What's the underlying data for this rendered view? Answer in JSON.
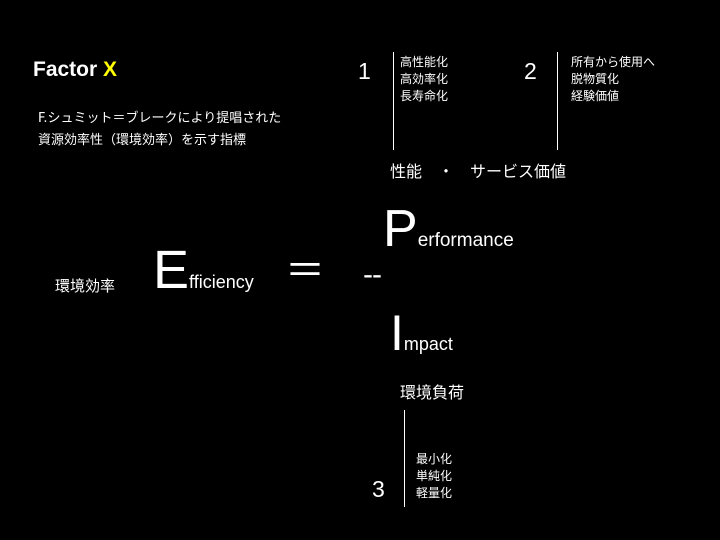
{
  "title": {
    "prefix": "Factor ",
    "accent": "X",
    "accent_color": "#ffff00"
  },
  "subtitle": {
    "line1": "F.シュミット＝ブレークにより提唱された",
    "line2": "資源効率性（環境効率）を示す指標"
  },
  "point1": {
    "number": "1",
    "items": [
      "高性能化",
      "高効率化",
      "長寿命化"
    ]
  },
  "point2": {
    "number": "2",
    "items": [
      "所有から使用へ",
      "脱物質化",
      "経験価値"
    ]
  },
  "point3": {
    "number": "3",
    "items": [
      "最小化",
      "単純化",
      "軽量化"
    ]
  },
  "performance_label": "性能　・　サービス価値",
  "impact_label": "環境負荷",
  "efficiency_label": "環境効率",
  "formula": {
    "e_big": "E",
    "e_rest": "fficiency",
    "equals": "＝",
    "fraction_bar": "‐‐",
    "p_big": "P",
    "p_rest": "erformance",
    "i_big": "I",
    "i_rest": "mpact"
  }
}
